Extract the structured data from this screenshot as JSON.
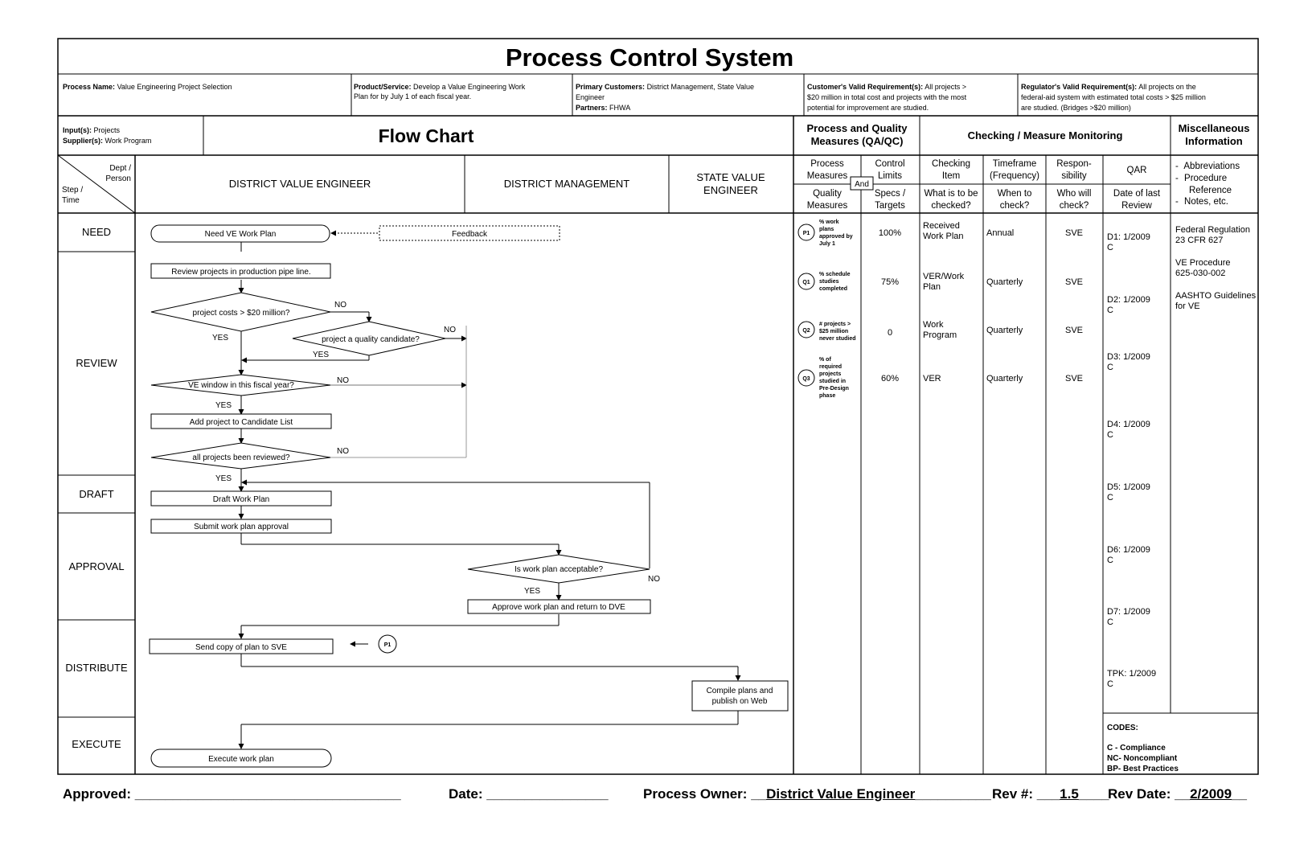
{
  "title": "Process Control System",
  "info": {
    "process_name_label": "Process Name:",
    "process_name": "Value Engineering Project Selection",
    "product_label": "Product/Service:",
    "product_line1": "Develop a Value Engineering Work",
    "product_line2": "Plan for by July 1 of each fiscal year.",
    "customers_label": "Primary Customers:",
    "customers_line1": "District Management, State Value",
    "customers_line2": "Engineer",
    "partners_label": "Partners:",
    "partners": "FHWA",
    "cvr_label": "Customer's Valid Requirement(s):",
    "cvr_line1": "All projects >",
    "cvr_line2": "$20 million in total cost and projects with the most",
    "cvr_line3": "potential for  improvement are studied.",
    "rvr_label": "Regulator's Valid Requirement(s):",
    "rvr_line1": "All projects on the",
    "rvr_line2": "federal-aid system with estimated total costs  > $25 million",
    "rvr_line3": "are studied. (Bridges >$20 million)"
  },
  "inputs": {
    "input_label": "Input(s):",
    "input": "Projects",
    "supplier_label": "Supplier(s):",
    "supplier": "Work Program"
  },
  "flowchart_title": "Flow Chart",
  "measures_title_1": "Process and Quality",
  "measures_title_2": "Measures (QA/QC)",
  "checking_title": "Checking / Measure Monitoring",
  "misc_title_1": "Miscellaneous",
  "misc_title_2": "Information",
  "corner": {
    "dept": "Dept /",
    "person": "Person",
    "step": "Step /",
    "time": "Time"
  },
  "lanes": {
    "dve": "DISTRICT VALUE ENGINEER",
    "dm": "DISTRICT MANAGEMENT",
    "sve_1": "STATE VALUE",
    "sve_2": "ENGINEER"
  },
  "columns": {
    "process_measures_1": "Process",
    "process_measures_2": "Measures",
    "and": "And",
    "quality_measures_1": "Quality",
    "quality_measures_2": "Measures",
    "control_limits_1": "Control",
    "control_limits_2": "Limits",
    "specs_1": "Specs /",
    "specs_2": "Targets",
    "checking_item_1": "Checking",
    "checking_item_2": "Item",
    "what_1": "What is to be",
    "what_2": "checked?",
    "timeframe_1": "Timeframe",
    "timeframe_2": "(Frequency)",
    "when_1": "When to",
    "when_2": "check?",
    "resp_1": "Respon-",
    "resp_2": "sibility",
    "who_1": "Who will",
    "who_2": "check?",
    "qar": "QAR",
    "date_last_1": "Date of last",
    "date_last_2": "Review",
    "misc_1": "Abbreviations",
    "misc_2": "Procedure",
    "misc_3": "Reference",
    "misc_4": "Notes, etc."
  },
  "steps": [
    "NEED",
    "REVIEW",
    "DRAFT",
    "APPROVAL",
    "DISTRIBUTE",
    "EXECUTE"
  ],
  "flow": {
    "need_ve": "Need VE Work Plan",
    "feedback": "Feedback",
    "review_projects": "Review projects in production pipe line.",
    "cost_decision": "project costs > $20 million?",
    "quality_decision": "project a quality candidate?",
    "window_decision": "VE window in this fiscal year?",
    "add_candidate": "Add project to Candidate List",
    "all_reviewed": "all projects been reviewed?",
    "draft_plan": "Draft Work Plan",
    "submit_approval": "Submit work plan approval",
    "acceptable": "Is work plan acceptable?",
    "approve_return": "Approve work plan and return to DVE",
    "send_copy": "Send copy of plan to SVE",
    "p1": "P1",
    "compile_1": "Compile plans and",
    "compile_2": "publish on Web",
    "execute": "Execute work plan",
    "yes": "YES",
    "no": "NO"
  },
  "measures": [
    {
      "id": "P1",
      "lines": [
        "% work",
        "plans",
        "approved by",
        "July 1"
      ],
      "spec": "100%",
      "item": [
        "Received",
        "Work Plan"
      ],
      "freq": "Annual",
      "who": "SVE"
    },
    {
      "id": "Q1",
      "lines": [
        "% schedule",
        "studies",
        "completed"
      ],
      "spec": "75%",
      "item": [
        "VER/Work",
        "Plan"
      ],
      "freq": "Quarterly",
      "who": "SVE"
    },
    {
      "id": "Q2",
      "lines": [
        "# projects >",
        "$25 million",
        "never studied"
      ],
      "spec": "0",
      "item": [
        "Work",
        "Program"
      ],
      "freq": "Quarterly",
      "who": "SVE"
    },
    {
      "id": "Q3",
      "lines": [
        "% of",
        "required",
        "projects",
        "studied in",
        "Pre-Design",
        "phase"
      ],
      "spec": "60%",
      "item": [
        "VER"
      ],
      "freq": "Quarterly",
      "who": "SVE"
    }
  ],
  "qar": [
    {
      "date": "D1: 1/2009",
      "code": "C"
    },
    {
      "date": "D2: 1/2009",
      "code": "C"
    },
    {
      "date": "D3: 1/2009",
      "code": "C"
    },
    {
      "date": "D4: 1/2009",
      "code": "C"
    },
    {
      "date": "D5: 1/2009",
      "code": "C"
    },
    {
      "date": "D6: 1/2009",
      "code": "C"
    },
    {
      "date": "D7: 1/2009",
      "code": "C"
    },
    {
      "date": "TPK: 1/2009",
      "code": "C"
    }
  ],
  "misc": {
    "ref1_1": "Federal Regulation",
    "ref1_2": "23 CFR 627",
    "ref2_1": "VE Procedure",
    "ref2_2": "625-030-002",
    "ref3_1": "AASHTO Guidelines",
    "ref3_2": "for VE"
  },
  "codes": {
    "title": "CODES:",
    "c": "C - Compliance",
    "nc": "NC- Noncompliant",
    "bp": "BP- Best Practices"
  },
  "footer": {
    "approved_label": "Approved:",
    "approved_blank": "___________________________________",
    "date_label": "Date:",
    "date_blank": "________________",
    "owner_label": "Process Owner:",
    "owner_pre": "__",
    "owner": "District Value Engineer",
    "owner_post": "__________",
    "rev_label": "Rev #:",
    "rev_pre": "___",
    "rev": "1.5",
    "rev_post": "____",
    "revdate_label": "Rev Date:",
    "revdate_pre": "__",
    "revdate": "2/2009",
    "revdate_post": "__"
  }
}
